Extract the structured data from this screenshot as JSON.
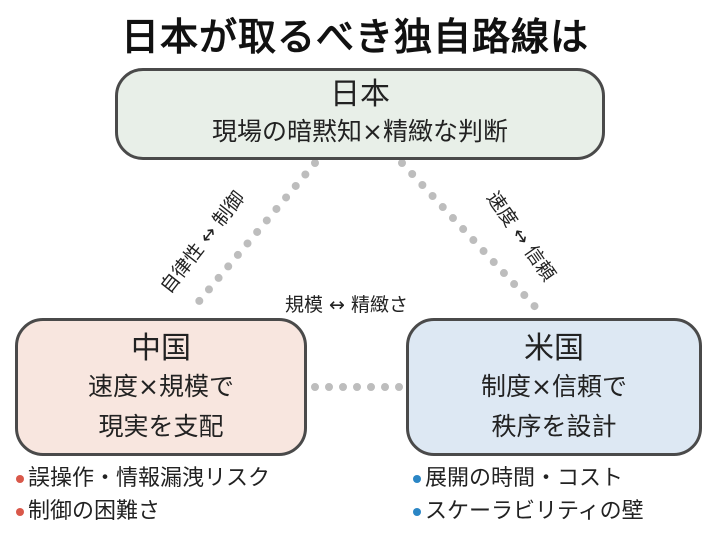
{
  "title": "日本が取るべき独自路線は",
  "japan": {
    "name": "日本",
    "desc": "現場の暗黙知×精緻な判断",
    "color": "#e8efe8"
  },
  "china": {
    "name": "中国",
    "desc1": "速度×規模で",
    "desc2": "現実を支配",
    "color": "#f8e6df",
    "risks": [
      "誤操作・情報漏洩リスク",
      "制御の困難さ"
    ],
    "bullet_color": "#d9584a"
  },
  "us": {
    "name": "米国",
    "desc1": "制度×信頼で",
    "desc2": "秩序を設計",
    "color": "#dde8f3",
    "risks": [
      "展開の時間・コスト",
      "スケーラビリティの壁"
    ],
    "bullet_color": "#2b86c5"
  },
  "edges": {
    "japan_china": "自律性 ↔ 制御",
    "japan_us": "速度 ↔ 信頼",
    "china_us": "規模 ↔ 精緻さ"
  }
}
